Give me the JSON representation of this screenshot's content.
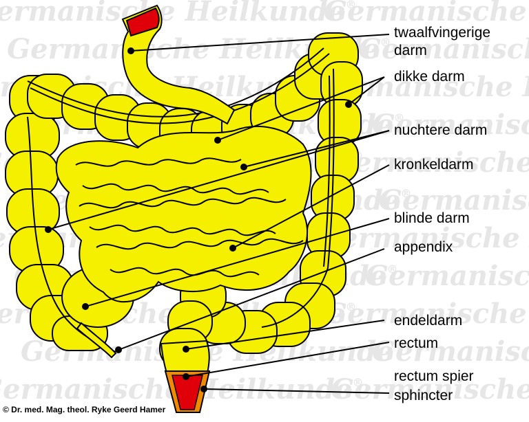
{
  "watermark": {
    "text": "Germanische Heilkunde",
    "mark": "®"
  },
  "labels": {
    "duodenum_line1": "twaalfvingerige",
    "duodenum_line2": "darm",
    "colon": "dikke darm",
    "jejunum": "nuchtere darm",
    "ileum": "kronkeldarm",
    "cecum": "blinde darm",
    "appendix": "appendix",
    "sigmoid": "endeldarm",
    "rectum": "rectum",
    "rectum_sphincter_line1": "rectum spier",
    "rectum_sphincter_line2": "sphincter"
  },
  "copyright": "© Dr. med. Mag. theol. Ryke Geerd Hamer",
  "colors": {
    "organ_fill": "#f5f000",
    "organ_highlight": "#fbf76a",
    "outline": "#000000",
    "sphincter_red": "#e0000a",
    "sphincter_orange": "#f08a00"
  }
}
